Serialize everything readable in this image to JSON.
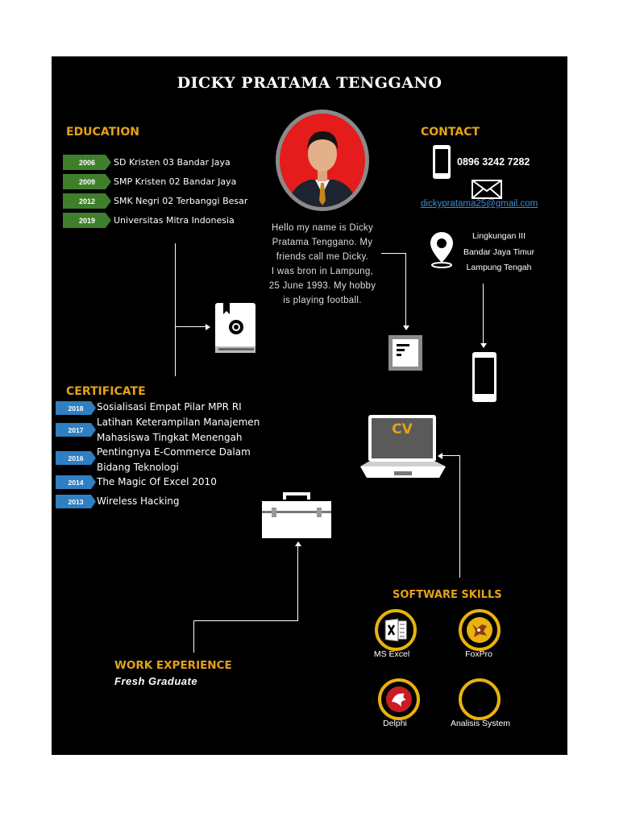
{
  "name": "DICKY PRATAMA TENGGANO",
  "education": {
    "heading": "EDUCATION",
    "items": [
      {
        "year": "2006",
        "school": "SD Kristen 03 Bandar Jaya"
      },
      {
        "year": "2009",
        "school": "SMP Kristen 02 Bandar Jaya"
      },
      {
        "year": "2012",
        "school": "SMK Negri 02 Terbanggi Besar"
      },
      {
        "year": "2019",
        "school": "Universitas Mitra Indonesia"
      }
    ]
  },
  "about": {
    "line1": "Hello my name is Dicky",
    "line2": "Pratama Tenggano. My",
    "line3": "friends call me Dicky.",
    "line4": "I was bron in Lampung,",
    "line5": "25 June 1993. My hobby",
    "line6": "is playing football."
  },
  "contact": {
    "heading": "CONTACT",
    "phone": "0896 3242 7282",
    "email": "dickypratama25@gmail.com",
    "address1": "Lingkungan III",
    "address2": "Bandar Jaya Timur",
    "address3": "Lampung Tengah"
  },
  "certificate": {
    "heading": "CERTIFICATE",
    "items": [
      {
        "year": "2018",
        "line1": "Sosialisasi Empat Pilar MPR RI",
        "line2": ""
      },
      {
        "year": "2017",
        "line1": "Latihan Keterampilan Manajemen",
        "line2": "Mahasiswa Tingkat Menengah"
      },
      {
        "year": "2016",
        "line1": "Pentingnya E-Commerce Dalam",
        "line2": "Bidang Teknologi"
      },
      {
        "year": "2014",
        "line1": "The Magic Of Excel 2010",
        "line2": ""
      },
      {
        "year": "2013",
        "line1": "Wireless Hacking",
        "line2": ""
      }
    ]
  },
  "laptop_label": "CV",
  "work": {
    "heading": "WORK EXPERIENCE",
    "value": "Fresh Graduate"
  },
  "skills": {
    "heading": "SOFTWARE SKILLS",
    "items": [
      {
        "label": "MS Excel",
        "icon": "excel-icon"
      },
      {
        "label": "FoxPro",
        "icon": "foxpro-icon"
      },
      {
        "label": "Delphi",
        "icon": "delphi-icon"
      },
      {
        "label": "Analisis System",
        "icon": "empty-ring"
      }
    ]
  },
  "colors": {
    "accent": "#e3a21a",
    "edu_tag": "#3f7f2c",
    "cert_tag": "#2f7fc2",
    "background": "#000000"
  }
}
